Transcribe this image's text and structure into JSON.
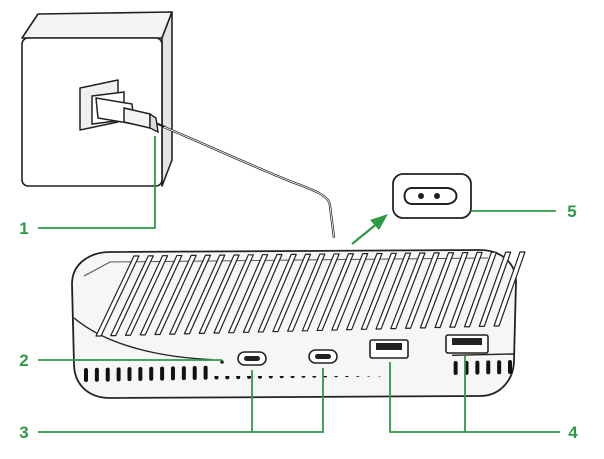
{
  "colors": {
    "accent": "#2e9a46",
    "outline": "#222222",
    "fill_light": "#f2f2f2",
    "fill_mid": "#e2e2e2"
  },
  "callouts": [
    {
      "id": "1",
      "label": "1",
      "target": "power-plug"
    },
    {
      "id": "2",
      "label": "2",
      "target": "status-indicator"
    },
    {
      "id": "3",
      "label": "3",
      "target": "usb-c-ports"
    },
    {
      "id": "4",
      "label": "4",
      "target": "usb-a-ports"
    },
    {
      "id": "5",
      "label": "5",
      "target": "power-inlet"
    }
  ]
}
